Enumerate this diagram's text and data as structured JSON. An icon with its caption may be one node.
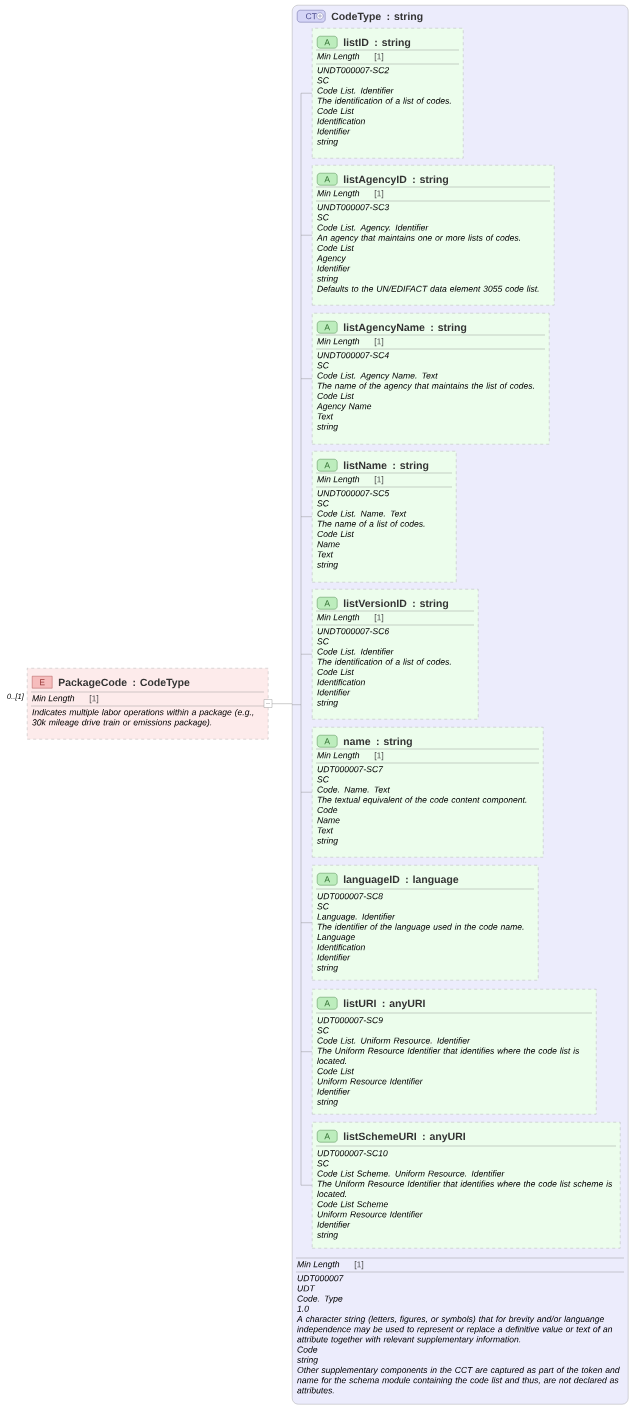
{
  "diagram": {
    "nodes": [
      {
        "text": [
          "E",
          "PackageCode",
          ": CodeType",
          "Min Length",
          "[1]",
          "Indicates multiple labor operations within a package (e.g., 30k mileage drive train or emissions package)."
        ],
        "beside": [
          "0..[1]"
        ]
      },
      {
        "text": [
          "CT",
          "CodeType",
          ": string",
          "Min Length",
          "[1]",
          "UDT000007",
          "UDT",
          "Code. Type",
          "1.0",
          "A character string (letters, figures, or symbols) that for brevity and/or languange independence may be used to represent or replace a definitive value or text of an attribute together with relevant supplementary information.",
          "Code",
          "string",
          "Other supplementary components in the CCT are captured as part of the token and name for the schema module containing the code list and thus, are not declared as attributes."
        ]
      },
      {
        "text": [
          "A",
          "listID",
          ": string",
          "Min Length",
          "[1]",
          "UNDT000007-SC2",
          "SC",
          "Code List. Identifier",
          "The identification of a list of codes.",
          "Code List",
          "Identification",
          "Identifier",
          "string"
        ],
        "in": 1
      },
      {
        "text": [
          "A",
          "listAgencyID",
          ": string",
          "Min Length",
          "[1]",
          "UNDT000007-SC3",
          "SC",
          "Code List. Agency. Identifier",
          "An agency that maintains one or more lists of codes.",
          "Code List",
          "Agency",
          "Identifier",
          "string",
          "Defaults to the UN/EDIFACT data element 3055 code list."
        ],
        "in": 1
      },
      {
        "text": [
          "A",
          "listAgencyName",
          ": string",
          "Min Length",
          "[1]",
          "UNDT000007-SC4",
          "SC",
          "Code List. Agency Name. Text",
          "The name of the agency that maintains the list of codes.",
          "Code List",
          "Agency Name",
          "Text",
          "string"
        ],
        "in": 1
      },
      {
        "text": [
          "A",
          "listName",
          ": string",
          "Min Length",
          "[1]",
          "UNDT000007-SC5",
          "SC",
          "Code List. Name. Text",
          "The name of a list of codes.",
          "Code List",
          "Name",
          "Text",
          "string"
        ],
        "in": 1
      },
      {
        "text": [
          "A",
          "listVersionID",
          ": string",
          "Min Length",
          "[1]",
          "UNDT000007-SC6",
          "SC",
          "Code List. Identifier",
          "The identification of a list of codes.",
          "Code List",
          "Identification",
          "Identifier",
          "string"
        ],
        "in": 1
      },
      {
        "text": [
          "A",
          "name",
          ": string",
          "Min Length",
          "[1]",
          "UDT000007-SC7",
          "SC",
          "Code. Name. Text",
          "The textual equivalent of the code content component.",
          "Code",
          "Name",
          "Text",
          "string"
        ],
        "in": 1
      },
      {
        "text": [
          "A",
          "languageID",
          ": language",
          "UDT000007-SC8",
          "SC",
          "Language. Identifier",
          "The identifier of the language used in the code name.",
          "Language",
          "Identification",
          "Identifier",
          "string"
        ],
        "in": 1
      },
      {
        "text": [
          "A",
          "listURI",
          ": anyURI",
          "UDT000007-SC9",
          "SC",
          "Code List. Uniform Resource. Identifier",
          "The Uniform Resource Identifier that identifies where the code list is located.",
          "Code List",
          "Uniform Resource Identifier",
          "Identifier",
          "string"
        ],
        "in": 1
      },
      {
        "text": [
          "A",
          "listSchemeURI",
          ": anyURI",
          "UDT000007-SC10",
          "SC",
          "Code List Scheme. Uniform Resource. Identifier",
          "The Uniform Resource Identifier that identifies where the code list scheme is located.",
          "Code List Scheme",
          "Uniform Resource Identifier",
          "Identifier",
          "string"
        ],
        "in": 1
      }
    ],
    "edges": [
      {
        "from": 0,
        "to": 1,
        "arrow": "none"
      },
      {
        "from": 1,
        "to": 2,
        "arrow": "none"
      },
      {
        "from": 1,
        "to": 3,
        "arrow": "none"
      },
      {
        "from": 1,
        "to": 4,
        "arrow": "none"
      },
      {
        "from": 1,
        "to": 5,
        "arrow": "none"
      },
      {
        "from": 1,
        "to": 6,
        "arrow": "none"
      },
      {
        "from": 1,
        "to": 7,
        "arrow": "none"
      },
      {
        "from": 1,
        "to": 8,
        "arrow": "none"
      },
      {
        "from": 1,
        "to": 9,
        "arrow": "none"
      },
      {
        "from": 1,
        "to": 10,
        "arrow": "none"
      }
    ]
  }
}
